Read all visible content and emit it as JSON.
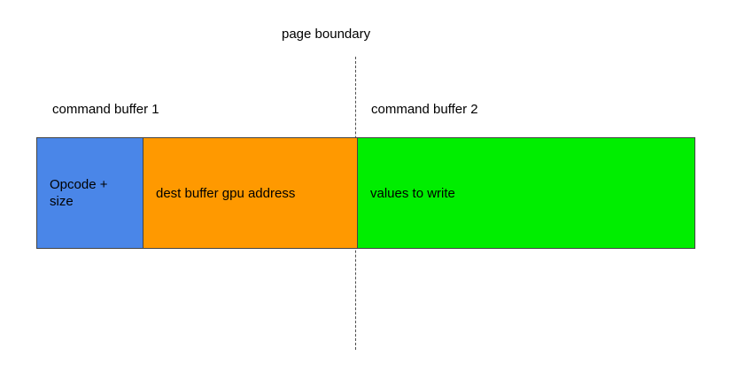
{
  "diagram": {
    "title_label": "page boundary",
    "boundary_marker": {
      "name": "page-boundary",
      "label": "page boundary",
      "line_style": "dashed",
      "color": "#4d4d4d"
    },
    "buffer_labels": [
      {
        "id": "command-buffer-1",
        "label": "command buffer 1"
      },
      {
        "id": "command-buffer-2",
        "label": "command buffer 2"
      }
    ],
    "segments": [
      {
        "id": "opcode-size",
        "label": "Opcode +\nsize",
        "color": "#4a86e8",
        "belongs_to": "command buffer 1"
      },
      {
        "id": "dest-buffer-gpu-address",
        "label": "dest buffer gpu address",
        "color": "#ff9900",
        "belongs_to": "command buffer 1"
      },
      {
        "id": "values-to-write",
        "label": "values to write",
        "color": "#00ee00",
        "belongs_to": "command buffer 2"
      }
    ],
    "colors": {
      "background": "#ffffff",
      "border": "#444444",
      "text": "#000000",
      "blue": "#4a86e8",
      "orange": "#ff9900",
      "green": "#00ee00",
      "dashed_line": "#4d4d4d"
    }
  }
}
